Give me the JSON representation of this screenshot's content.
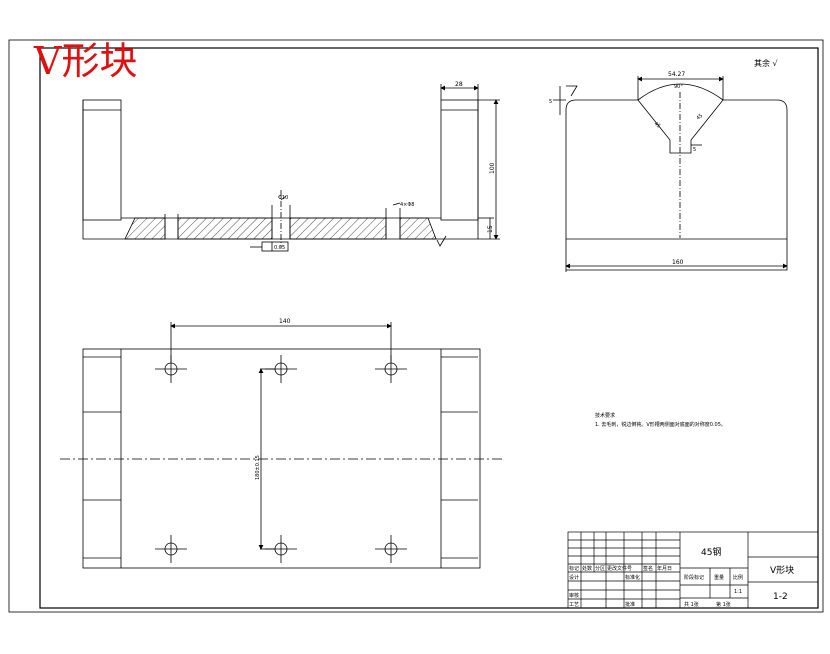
{
  "title_red": "V形块",
  "colors": {
    "title": "#e01010",
    "line": "#000000",
    "paper": "#ffffff"
  },
  "front_view": {
    "dim_top_width": "28",
    "dim_height": "100",
    "dim_base": "15",
    "dim_hole": "Φ10",
    "dim_counterbore": "4×Φ8",
    "flatness_tol": "0.05",
    "roughness_symbol": "√"
  },
  "side_view": {
    "dim_opening": "54.27",
    "dim_angle": "90°",
    "dim_left": "45",
    "dim_right": "45",
    "dim_slot": "5",
    "dim_corner": "5",
    "dim_width": "160"
  },
  "top_view": {
    "dim_hole_spacing": "140",
    "dim_vertical": "180±0.15"
  },
  "surface_note": "其余 √",
  "tech_notes": {
    "heading": "技术要求",
    "line1": "1. 去毛刺，锐边倒钝。V形槽两侧面对底面的对称度0.05。"
  },
  "title_block": {
    "material": "45钢",
    "part_name": "V形块",
    "drawing_no": "1-2",
    "scale": "1:1",
    "labels": {
      "mark": "标记",
      "count": "处数",
      "zone": "分区",
      "change_doc": "更改文件号",
      "sign": "签名",
      "date": "年月日",
      "design": "设计",
      "standard": "标准化",
      "stage_mark": "阶段标记",
      "weight": "重量",
      "scale_label": "比例",
      "review": "审核",
      "process": "工艺",
      "approve": "批准",
      "sheets_total": "共 1张",
      "sheet_no": "第 1张"
    }
  }
}
